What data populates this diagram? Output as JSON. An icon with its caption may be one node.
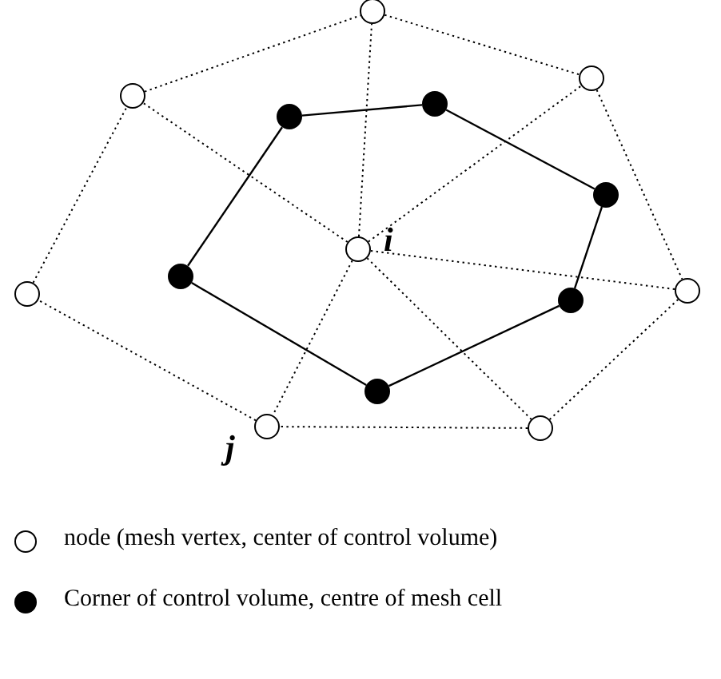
{
  "diagram": {
    "nodes": [
      {
        "text": [],
        "shape": "circle"
      },
      {
        "text": [],
        "shape": "circle"
      },
      {
        "text": [],
        "shape": "circle"
      },
      {
        "text": [],
        "shape": "dot"
      },
      {
        "text": [],
        "shape": "dot"
      },
      {
        "text": [],
        "shape": "dot"
      },
      {
        "text": [],
        "shape": "circle",
        "beside": [
          "i"
        ]
      },
      {
        "text": [],
        "shape": "dot"
      },
      {
        "text": [],
        "shape": "circle"
      },
      {
        "text": [],
        "shape": "circle"
      },
      {
        "text": [],
        "shape": "dot"
      },
      {
        "text": [],
        "shape": "dot"
      },
      {
        "text": [],
        "shape": "circle",
        "beside": [
          "j"
        ]
      },
      {
        "text": [],
        "shape": "circle"
      }
    ],
    "edges": [
      {
        "from": 2,
        "to": 0,
        "arrow": "none",
        "style": "dashed"
      },
      {
        "from": 0,
        "to": 1,
        "arrow": "none",
        "style": "dashed"
      },
      {
        "from": 1,
        "to": 8,
        "arrow": "none",
        "style": "dashed"
      },
      {
        "from": 8,
        "to": 13,
        "arrow": "none",
        "style": "dashed"
      },
      {
        "from": 13,
        "to": 12,
        "arrow": "none",
        "style": "dashed"
      },
      {
        "from": 12,
        "to": 9,
        "arrow": "none",
        "style": "dashed"
      },
      {
        "from": 9,
        "to": 2,
        "arrow": "none",
        "style": "dashed"
      },
      {
        "from": 6,
        "to": 0,
        "arrow": "none",
        "style": "dashed"
      },
      {
        "from": 6,
        "to": 1,
        "arrow": "none",
        "style": "dashed"
      },
      {
        "from": 6,
        "to": 2,
        "arrow": "none",
        "style": "dashed"
      },
      {
        "from": 6,
        "to": 8,
        "arrow": "none",
        "style": "dashed"
      },
      {
        "from": 6,
        "to": 13,
        "arrow": "none",
        "style": "dashed"
      },
      {
        "from": 6,
        "to": 12,
        "arrow": "none",
        "style": "dashed"
      },
      {
        "from": 4,
        "to": 3,
        "arrow": "none"
      },
      {
        "from": 3,
        "to": 5,
        "arrow": "none"
      },
      {
        "from": 5,
        "to": 10,
        "arrow": "none"
      },
      {
        "from": 10,
        "to": 11,
        "arrow": "none"
      },
      {
        "from": 11,
        "to": 7,
        "arrow": "none"
      },
      {
        "from": 7,
        "to": 4,
        "arrow": "none"
      }
    ],
    "legend": [
      {
        "text": "node (mesh vertex, center of control volume)"
      },
      {
        "text": "Corner of control volume, centre of mesh cell"
      }
    ]
  }
}
